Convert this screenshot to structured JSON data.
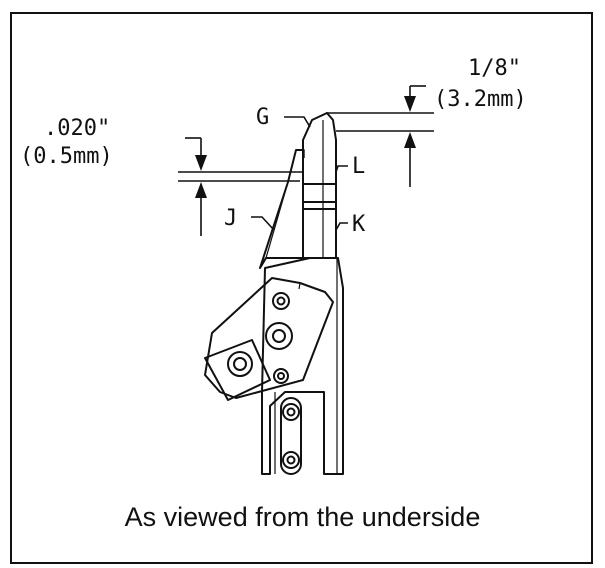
{
  "labels": {
    "G": "G",
    "L": "L",
    "K": "K",
    "J": "J",
    "dim_right_in": "1/8\"",
    "dim_right_mm": "(3.2mm)",
    "dim_left_in": ".020\"",
    "dim_left_mm": "(0.5mm)"
  },
  "caption": "As viewed from the underside",
  "colors": {
    "line": "#111111",
    "background": "#ffffff"
  }
}
